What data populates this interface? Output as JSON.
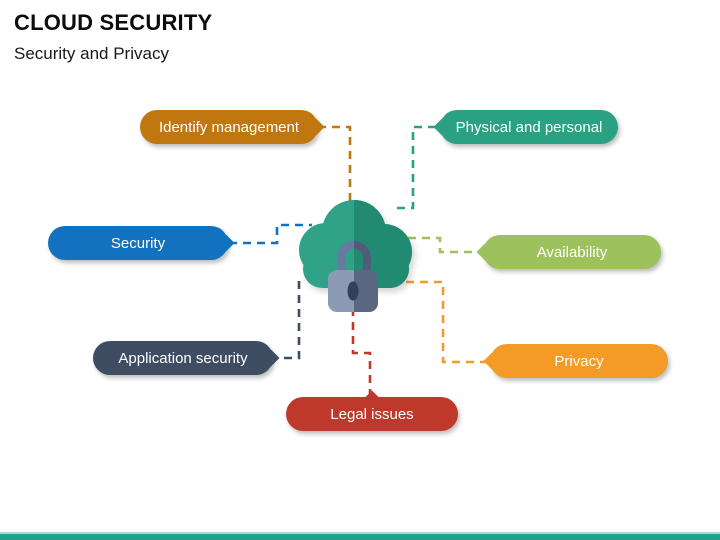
{
  "header": {
    "title": "CLOUD SECURITY",
    "subtitle": "Security and Privacy"
  },
  "labels": {
    "identify": {
      "label": "Identify management",
      "color": "#C0770F"
    },
    "physical": {
      "label": "Physical and personal",
      "color": "#2AA183"
    },
    "security": {
      "label": "Security",
      "color": "#1272BF"
    },
    "availability": {
      "label": "Availability",
      "color": "#9CC15D"
    },
    "application": {
      "label": "Application security",
      "color": "#3E4D62"
    },
    "privacy": {
      "label": "Privacy",
      "color": "#F39A27"
    },
    "legal": {
      "label": "Legal issues",
      "color": "#BE392C"
    }
  },
  "center_icon": {
    "name": "cloud-with-padlock",
    "cloud_left": "#2FA288",
    "cloud_right": "#218A70",
    "lock_body_left": "#8C9AB6",
    "lock_body_right": "#5A6780",
    "lock_shackle_left": "#6B79A0",
    "lock_shackle_right": "#505D7A",
    "keyhole": "#33405A"
  },
  "footer": {
    "accent_color": "#21A186"
  }
}
